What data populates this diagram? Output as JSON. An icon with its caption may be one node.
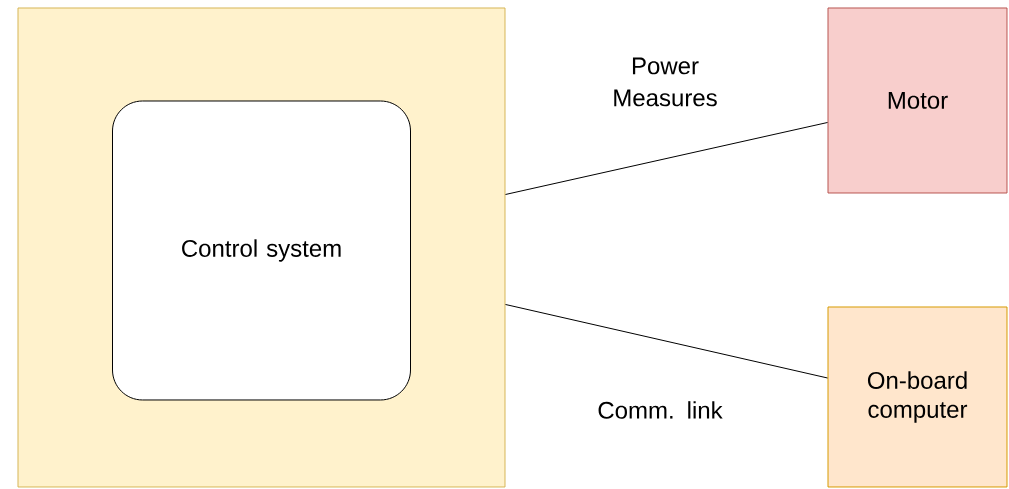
{
  "diagram": {
    "nodes": [
      {
        "text": [],
        "shape": "box"
      },
      {
        "text": [
          "Control system"
        ],
        "in": 0
      },
      {
        "text": [
          "Motor"
        ]
      },
      {
        "text": [
          "On-board computer"
        ]
      }
    ],
    "edges": [
      {
        "from": 0,
        "to": 2,
        "arrow": "none",
        "label": "Power Measures"
      },
      {
        "from": 0,
        "to": 3,
        "arrow": "none",
        "label": "Comm. link"
      }
    ]
  }
}
